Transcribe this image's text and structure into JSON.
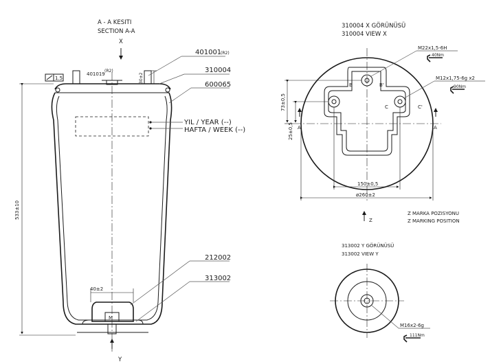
{
  "section": {
    "title_tr": "A - A KESITI",
    "title_en": "SECTION A-A",
    "x_marker": "X",
    "y_marker": "Y"
  },
  "parts": {
    "p401001": "401001",
    "p401001_rev": "(R2)",
    "p401019": "401019",
    "p401019_rev": "(R2)",
    "p310004": "310004",
    "p600065": "600065",
    "p212002": "212002",
    "p313002": "313002"
  },
  "labels": {
    "year": "YIL / YEAR (--)",
    "week": "HAFTA / WEEK (--)",
    "flatness": "1.5",
    "dim_30": "30±2",
    "dim_40": "40±2",
    "dim_533": "533±10",
    "nut_mark": "M"
  },
  "view_x": {
    "title_tr": "310004 X GÖRÜNÜSÜ",
    "title_en": "310004 VIEW X",
    "thread1": "M22x1,5-6H",
    "torque1": "40Nm",
    "thread2": "M12x1,75-6g x2",
    "torque2": "90Nm",
    "dim_73": "73±0,5",
    "dim_25": "25±0,5",
    "dim_150": "150±0,5",
    "dim_260": "ø260±2",
    "sec_a_left": "A",
    "sec_a_right": "A",
    "pt_b": "B",
    "pt_b2": "B'",
    "pt_c": "C",
    "pt_c2": "C'"
  },
  "marking": {
    "z": "Z",
    "line1": "Z MARKA POZISYONU",
    "line2": "Z MARKING POSITION"
  },
  "view_y": {
    "title_tr": "313002 Y GÖRÜNÜSÜ",
    "title_en": "313002 VIEW Y",
    "thread": "M16x2-6g",
    "torque": "111Nm"
  }
}
